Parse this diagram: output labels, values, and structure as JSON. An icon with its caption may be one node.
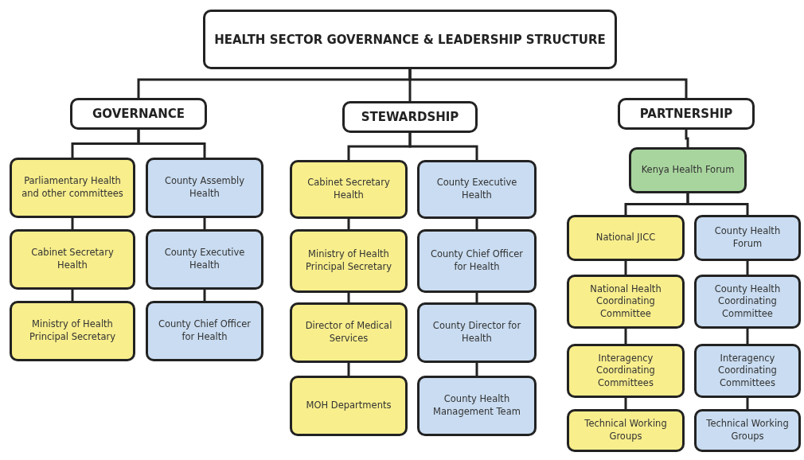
{
  "diagram": {
    "nodes": [
      {
        "text": [
          "HEALTH SECTOR GOVERNANCE & LEADERSHIP STRUCTURE"
        ]
      },
      {
        "text": [
          "GOVERNANCE"
        ]
      },
      {
        "text": [
          "STEWARDSHIP"
        ]
      },
      {
        "text": [
          "PARTNERSHIP"
        ]
      },
      {
        "text": [
          "Parliamentary Health and other committees"
        ]
      },
      {
        "text": [
          "Cabinet Secretary Health"
        ]
      },
      {
        "text": [
          "Ministry of Health Principal Secretary"
        ]
      },
      {
        "text": [
          "County Assembly Health"
        ]
      },
      {
        "text": [
          "County Executive Health"
        ]
      },
      {
        "text": [
          "County Chief Officer for Health"
        ]
      },
      {
        "text": [
          "Cabinet Secretary Health"
        ]
      },
      {
        "text": [
          "Ministry of Health Principal Secretary"
        ]
      },
      {
        "text": [
          "Director of Medical Services"
        ]
      },
      {
        "text": [
          "MOH Departments"
        ]
      },
      {
        "text": [
          "County Executive Health"
        ]
      },
      {
        "text": [
          "County Chief Officer for Health"
        ]
      },
      {
        "text": [
          "County Director for Health"
        ]
      },
      {
        "text": [
          "County Health Management Team"
        ]
      },
      {
        "text": [
          "Kenya Health Forum"
        ]
      },
      {
        "text": [
          "National JICC"
        ]
      },
      {
        "text": [
          "National Health Coordinating Committee"
        ]
      },
      {
        "text": [
          "Interagency Coordinating Committees"
        ]
      },
      {
        "text": [
          "Technical Working Groups"
        ]
      },
      {
        "text": [
          "County Health Forum"
        ]
      },
      {
        "text": [
          "County Health Coordinating Committee"
        ]
      },
      {
        "text": [
          "Interagency Coordinating Committees"
        ]
      },
      {
        "text": [
          "Technical Working Groups"
        ]
      }
    ],
    "edges": [
      {
        "from": 0,
        "to": 1,
        "arrow": "none"
      },
      {
        "from": 0,
        "to": 2,
        "arrow": "none"
      },
      {
        "from": 0,
        "to": 3,
        "arrow": "none"
      },
      {
        "from": 1,
        "to": 4,
        "arrow": "none"
      },
      {
        "from": 1,
        "to": 7,
        "arrow": "none"
      },
      {
        "from": 4,
        "to": 5,
        "arrow": "none"
      },
      {
        "from": 5,
        "to": 6,
        "arrow": "none"
      },
      {
        "from": 7,
        "to": 8,
        "arrow": "none"
      },
      {
        "from": 8,
        "to": 9,
        "arrow": "none"
      },
      {
        "from": 2,
        "to": 10,
        "arrow": "none"
      },
      {
        "from": 2,
        "to": 14,
        "arrow": "none"
      },
      {
        "from": 10,
        "to": 11,
        "arrow": "none"
      },
      {
        "from": 11,
        "to": 12,
        "arrow": "none"
      },
      {
        "from": 12,
        "to": 13,
        "arrow": "none"
      },
      {
        "from": 14,
        "to": 15,
        "arrow": "none"
      },
      {
        "from": 15,
        "to": 16,
        "arrow": "none"
      },
      {
        "from": 16,
        "to": 17,
        "arrow": "none"
      },
      {
        "from": 3,
        "to": 18,
        "arrow": "none"
      },
      {
        "from": 18,
        "to": 19,
        "arrow": "none"
      },
      {
        "from": 18,
        "to": 23,
        "arrow": "none"
      },
      {
        "from": 19,
        "to": 20,
        "arrow": "none"
      },
      {
        "from": 20,
        "to": 21,
        "arrow": "none"
      },
      {
        "from": 21,
        "to": 22,
        "arrow": "none"
      },
      {
        "from": 23,
        "to": 24,
        "arrow": "none"
      },
      {
        "from": 24,
        "to": 25,
        "arrow": "none"
      },
      {
        "from": 25,
        "to": 26,
        "arrow": "none"
      }
    ]
  }
}
